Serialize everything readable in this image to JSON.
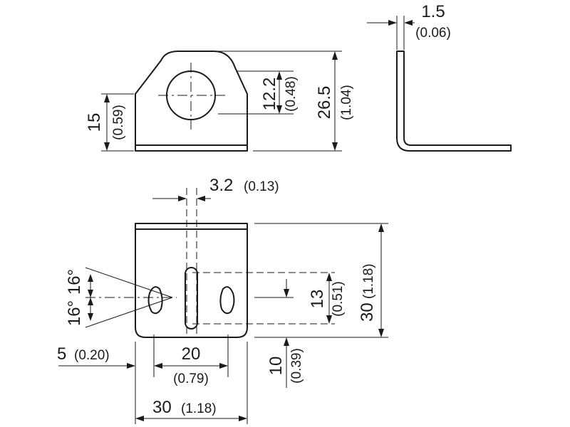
{
  "dimensions": {
    "thickness": {
      "mm": "1.5",
      "inch": "(0.06)"
    },
    "base_height": {
      "mm": "15",
      "inch": "(0.59)"
    },
    "hole_height": {
      "mm": "12.2",
      "inch": "(0.48)"
    },
    "total_height": {
      "mm": "26.5",
      "inch": "(1.04)"
    },
    "slot_width": {
      "mm": "3.2",
      "inch": "(0.13)"
    },
    "front_height": {
      "mm": "30",
      "inch": "(1.18)"
    },
    "slot_span": {
      "mm": "13",
      "inch": "(0.51)"
    },
    "slot_offset": {
      "mm": "10",
      "inch": "(0.39)"
    },
    "angle_left": {
      "value": "16°"
    },
    "angle_right": {
      "value": "16°"
    },
    "edge_offset": {
      "mm": "5",
      "inch": "(0.20)"
    },
    "slot_pitch": {
      "mm": "20",
      "inch": "(0.79)"
    },
    "front_width": {
      "mm": "30",
      "inch": "(1.18)"
    }
  },
  "colors": {
    "line": "#1a1a1a",
    "background": "#ffffff"
  }
}
